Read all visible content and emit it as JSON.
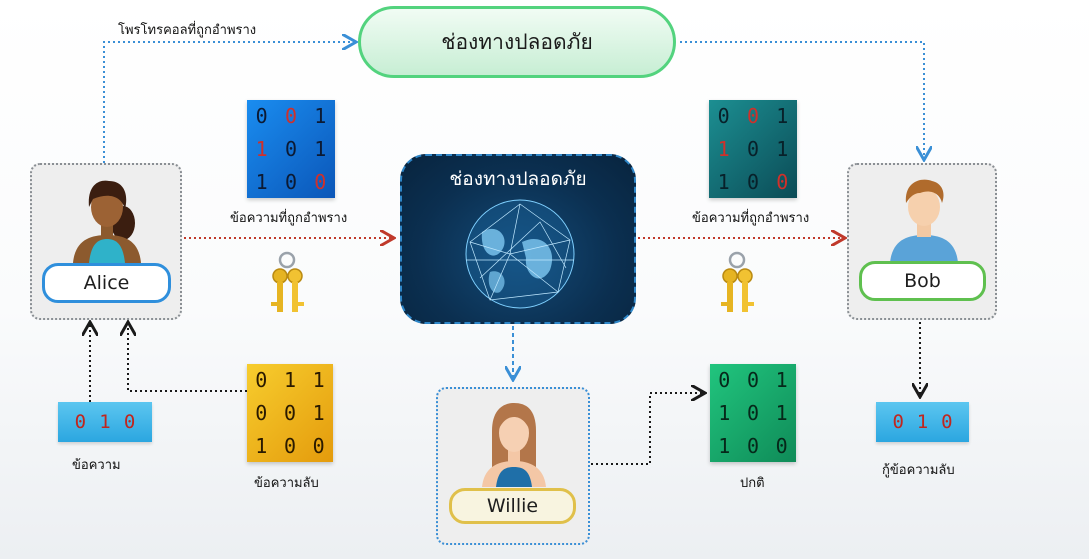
{
  "labels": {
    "forged_protocol": "โพรโทรคอลที่ถูกอำพราง",
    "secure_channel_top": "ช่องทางปลอดภัย",
    "secure_channel_center": "ช่องทางปลอดภัย",
    "forged_message_left": "ข้อความที่ถูกอำพราง",
    "forged_message_right": "ข้อความที่ถูกอำพราง",
    "message": "ข้อความ",
    "secret_message": "ข้อความลับ",
    "normal": "ปกติ",
    "recovered_secret": "กู้ข้อความลับ"
  },
  "people": {
    "alice": "Alice",
    "bob": "Bob",
    "willie": "Willie"
  },
  "matrices": {
    "blue_left": [
      [
        "0",
        "0",
        "1"
      ],
      [
        "1",
        "0",
        "1"
      ],
      [
        "1",
        "0",
        "0"
      ]
    ],
    "teal_right": [
      [
        "0",
        "0",
        "1"
      ],
      [
        "1",
        "0",
        "1"
      ],
      [
        "1",
        "0",
        "0"
      ]
    ],
    "gold_secret": [
      [
        "0",
        "1",
        "1"
      ],
      [
        "0",
        "0",
        "1"
      ],
      [
        "1",
        "0",
        "0"
      ]
    ],
    "green_normal": [
      [
        "0",
        "0",
        "1"
      ],
      [
        "1",
        "0",
        "1"
      ],
      [
        "1",
        "0",
        "0"
      ]
    ]
  },
  "strips": {
    "alice_message": [
      "0",
      "1",
      "0"
    ],
    "bob_recovered": [
      "0",
      "1",
      "0"
    ]
  },
  "colors": {
    "secure_green": "#53d37e",
    "alice_blue": "#2f8fdc",
    "bob_green": "#5fc04f",
    "willie_gold": "#e0c04a",
    "arrow_blue": "#3a8fd6",
    "arrow_red": "#c0392b",
    "arrow_black": "#1a1a1a",
    "highlight_red": "#d0302a"
  },
  "icons": [
    "key-icon",
    "globe-icon",
    "avatar-icon"
  ]
}
